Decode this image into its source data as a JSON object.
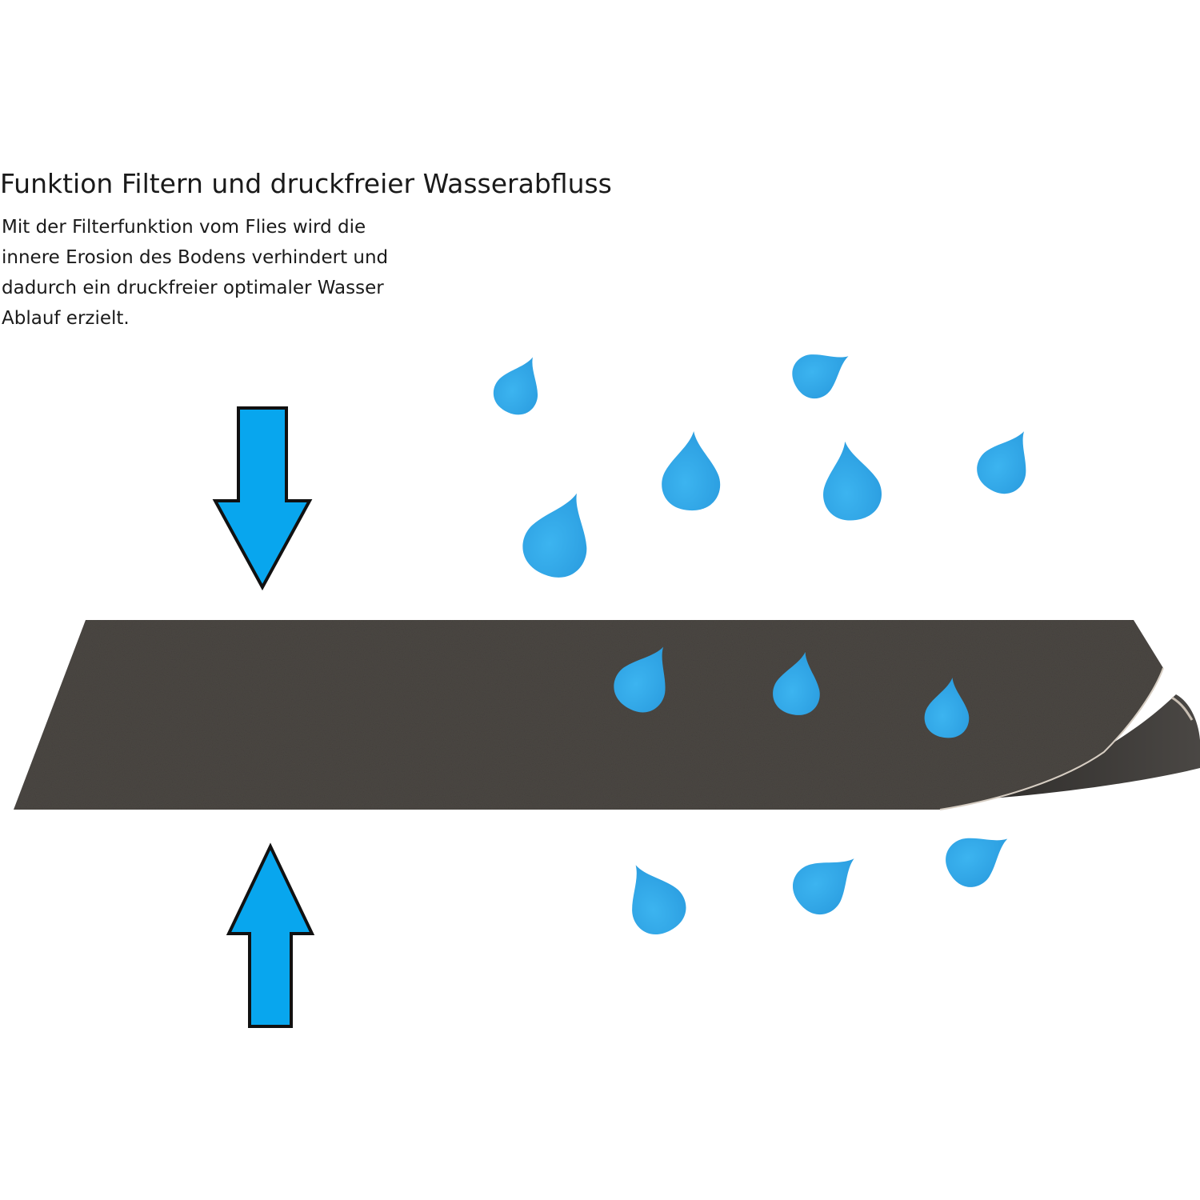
{
  "heading": "Funktion Filtern und druckfreier Wasserabfluss",
  "description_lines": [
    "Mit der Filterfunktion vom Flies wird die",
    "innere Erosion des Bodens verhindert und",
    "dadurch ein druckfreier optimaler Wasser",
    "Ablauf erzielt."
  ],
  "colors": {
    "arrow_fill": "#08a6ee",
    "arrow_stroke": "#111111",
    "drop_fill": "#33a6e6",
    "fleece_fill": "#4b4743",
    "fleece_underside": "#2f2d2b",
    "fleece_edge": "#c9bfb3"
  },
  "icons": {
    "arrow_down": "arrow-down-icon",
    "arrow_up": "arrow-up-icon",
    "water_drop": "water-drop-icon"
  }
}
